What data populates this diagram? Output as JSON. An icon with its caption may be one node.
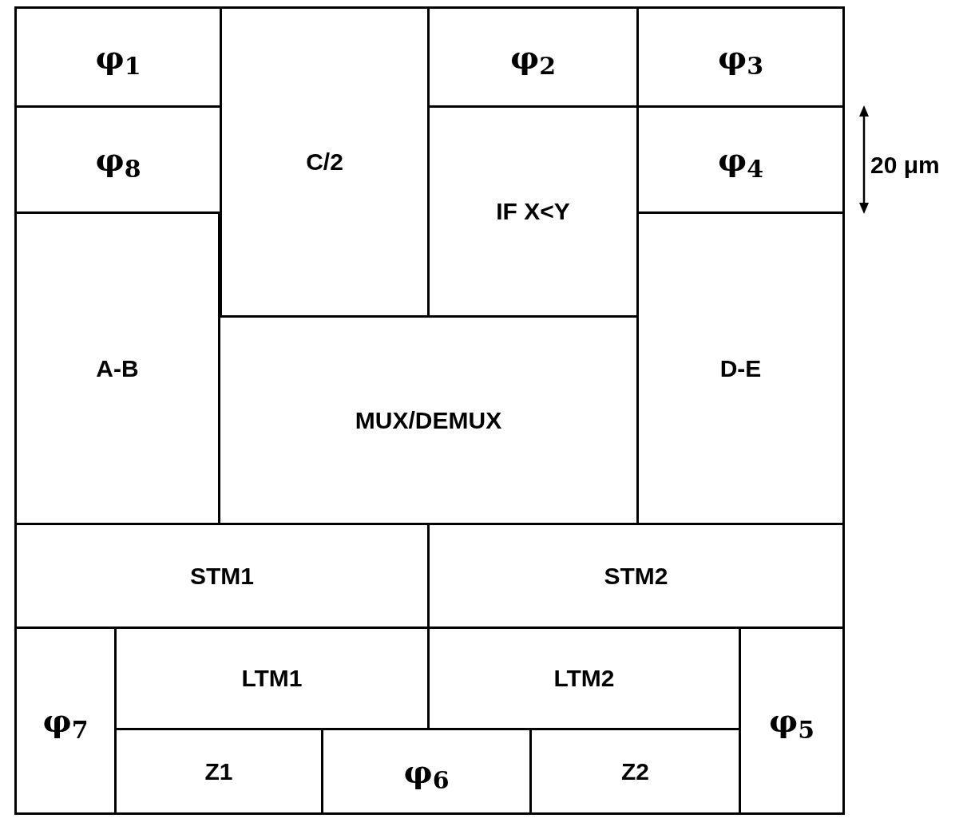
{
  "diagram": {
    "nodes": [
      {
        "text": [
          "φ$_{1}$"
        ]
      },
      {
        "text": [
          "C/2"
        ]
      },
      {
        "text": [
          "φ$_{2}$"
        ]
      },
      {
        "text": [
          "φ$_{3}$"
        ]
      },
      {
        "text": [
          "φ$_{8}$"
        ]
      },
      {
        "text": [
          "IF X<Y"
        ]
      },
      {
        "text": [
          "φ$_{4}$"
        ]
      },
      {
        "text": [
          "A-B"
        ]
      },
      {
        "text": [
          "MUX/DEMUX"
        ]
      },
      {
        "text": [
          "D-E"
        ]
      },
      {
        "text": [
          "STM1"
        ]
      },
      {
        "text": [
          "STM2"
        ]
      },
      {
        "text": [
          "φ$_{7}$"
        ]
      },
      {
        "text": [
          "LTM1"
        ]
      },
      {
        "text": [
          "LTM2"
        ]
      },
      {
        "text": [
          "φ$_{5}$"
        ]
      },
      {
        "text": [
          "Z1"
        ]
      },
      {
        "text": [
          "φ$_{6}$"
        ]
      },
      {
        "text": [
          "Z2"
        ]
      }
    ],
    "labels": [
      "20 μm"
    ]
  }
}
